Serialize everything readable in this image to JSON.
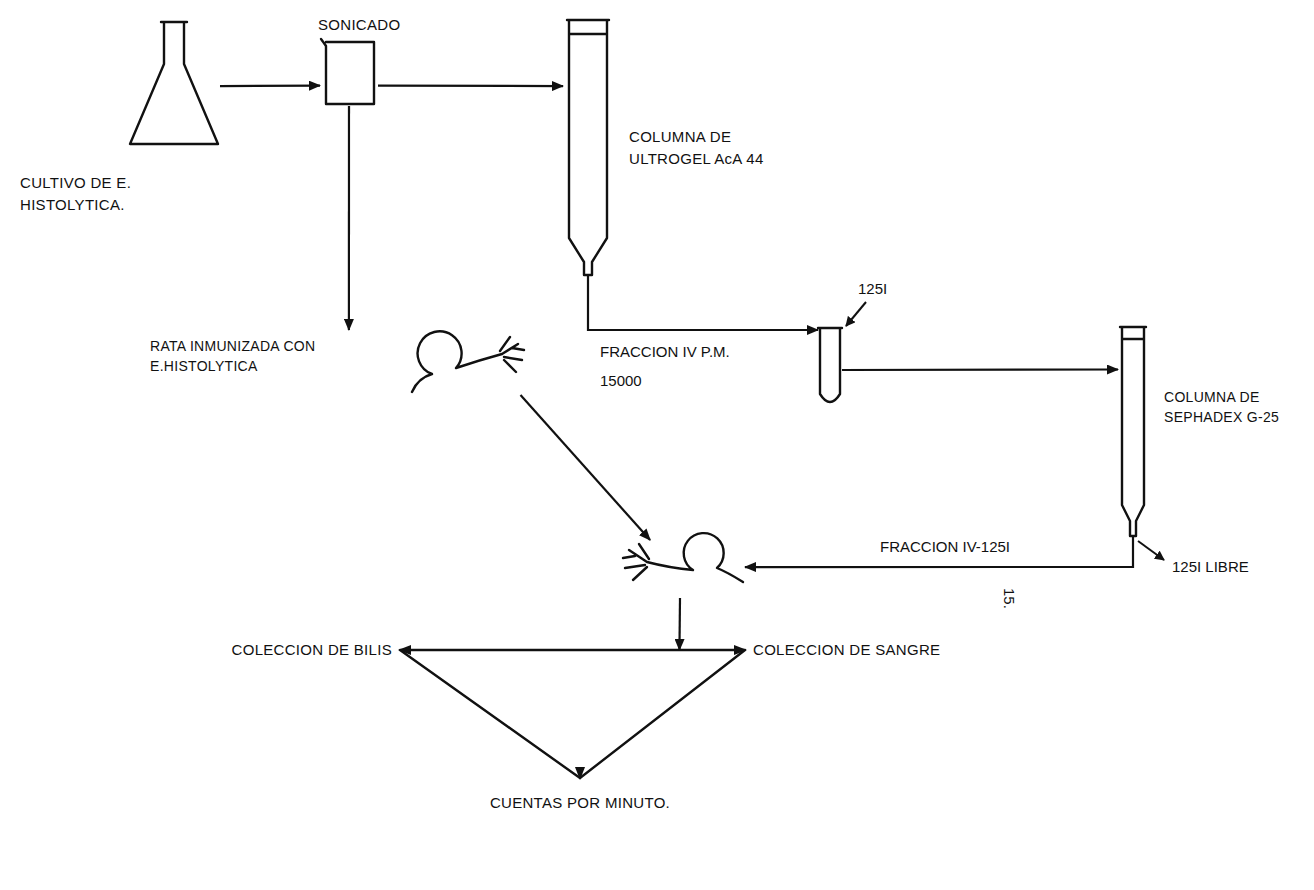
{
  "diagram": {
    "nodes": [
      {
        "text": [
          "CULTIVO DE E. HISTOLYTICA."
        ]
      },
      {
        "text": [
          "SONICADO"
        ]
      },
      {
        "text": [
          "COLUMNA DE ULTROGEL AcA 44"
        ]
      },
      {
        "text": []
      },
      {
        "text": [
          "COLUMNA DE SEPHADEX G-25"
        ]
      },
      {
        "text": [
          "RATA INMUNIZADA CON E.HISTOLYTICA"
        ]
      },
      {
        "text": []
      },
      {
        "text": [
          "COLECCION DE BILIS",
          "COLECCION DE SANGRE",
          "CUENTAS POR MINUTO."
        ]
      }
    ],
    "edges": [
      {
        "from": 0,
        "to": 1,
        "arrow": "to"
      },
      {
        "from": 1,
        "to": 2,
        "arrow": "to"
      },
      {
        "from": 1,
        "to": 5,
        "arrow": "to"
      },
      {
        "from": 2,
        "to": 3,
        "label": "FRACCION IV P.M. 15000",
        "arrow": "to"
      },
      {
        "from": 3,
        "to": 4,
        "arrow": "to"
      },
      {
        "from": 4,
        "to": 6,
        "label": "FRACCION IV-125I",
        "arrow": "to"
      },
      {
        "from": 5,
        "to": 6,
        "arrow": "to"
      },
      {
        "from": 6,
        "to": 7,
        "arrow": "to"
      }
    ],
    "labels": [
      "125I",
      "125I LIBRE",
      "15."
    ]
  }
}
